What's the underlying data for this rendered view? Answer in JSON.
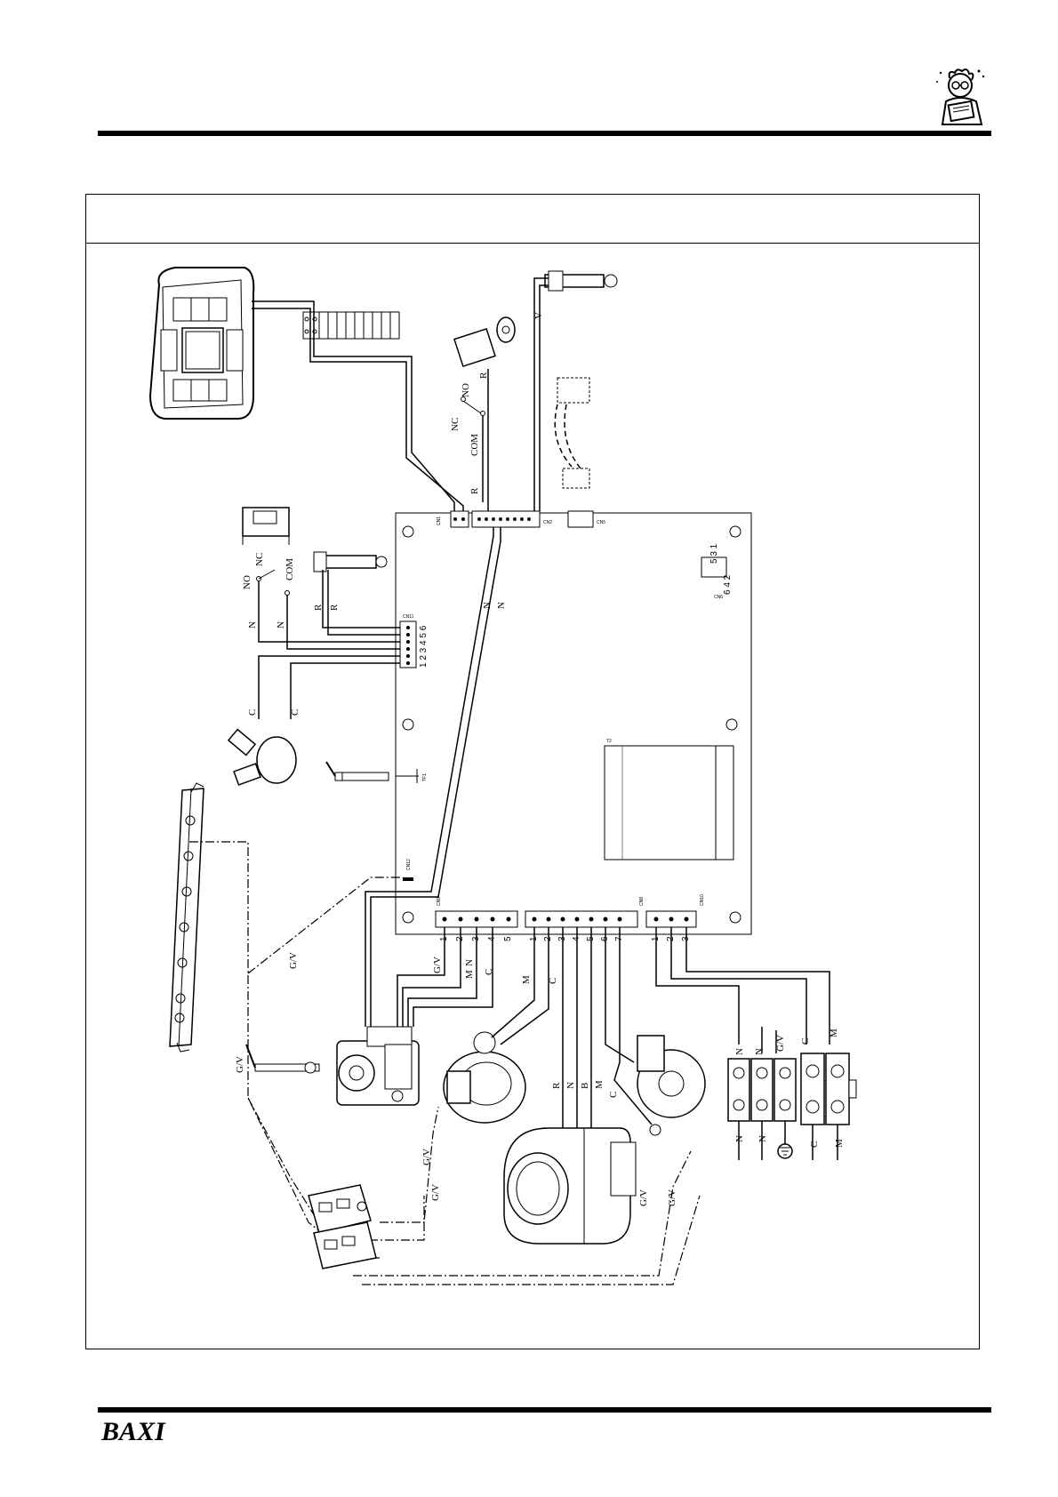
{
  "brand": {
    "name": "BAXI"
  },
  "icons": [
    "mascot-icon"
  ],
  "diagram": {
    "board_connectors": [
      "CN1",
      "CN2",
      "CN5",
      "CN6",
      "CN8",
      "CN9",
      "CN10",
      "CN11",
      "CN12"
    ],
    "board_labels": [
      "TF1",
      "T2"
    ],
    "cn11_pins": "1 2 3 4 5 6",
    "cn6_top": "5 3 1",
    "cn6_bottom": "6 4 2",
    "switch_upper": {
      "nc": "NC",
      "no": "NO",
      "com": "COM"
    },
    "switch_lower": {
      "no": "NO",
      "nc": "NC",
      "com": "COM"
    },
    "wire_letters": {
      "r": "R",
      "n": "N",
      "c": "C",
      "m": "M",
      "b": "B",
      "v": "V",
      "gv": "G/V"
    },
    "pins": {
      "p1": "1",
      "p2": "2",
      "p3": "3",
      "p4": "4",
      "p5": "5",
      "p6": "6",
      "p7": "7"
    }
  }
}
